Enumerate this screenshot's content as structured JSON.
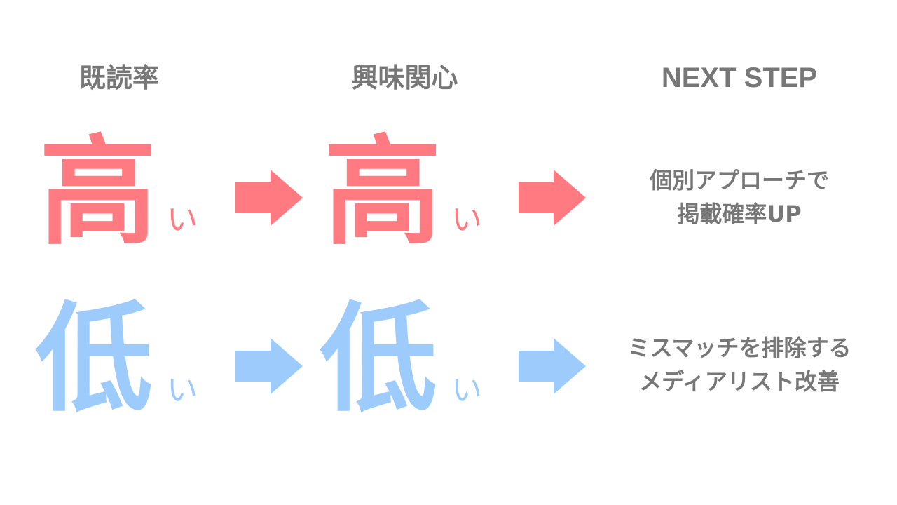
{
  "headers": {
    "col1": "既読率",
    "col2": "興味関心",
    "col3": "NEXT STEP"
  },
  "rows": {
    "high": {
      "big": "高",
      "small": "い",
      "next_line1": "個別アプローチで",
      "next_line2": "掲載確率UP"
    },
    "low": {
      "big": "低",
      "small": "い",
      "next_line1": "ミスマッチを排除する",
      "next_line2": "メディアリスト改善"
    }
  },
  "colors": {
    "high": "#ff7b81",
    "low": "#9dcbfb",
    "text": "#777777"
  },
  "icons": {
    "arrow": "right-arrow-icon"
  }
}
